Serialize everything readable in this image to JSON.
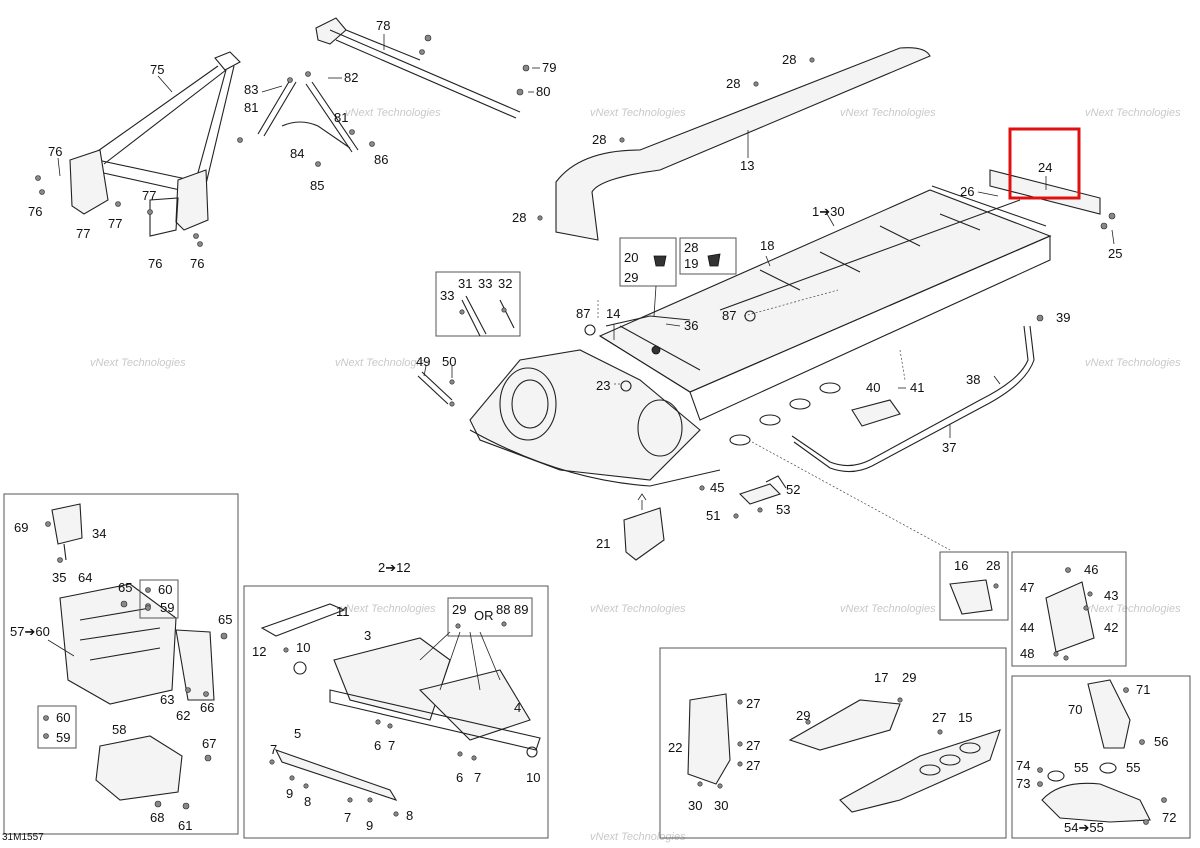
{
  "diagram": {
    "drawing_code": "31M1557",
    "watermark": "vNext Technologies",
    "highlight_color": "#e01010",
    "labels": [
      {
        "id": "75",
        "text": "75"
      },
      {
        "id": "76a",
        "text": "76"
      },
      {
        "id": "76b",
        "text": "76"
      },
      {
        "id": "76c",
        "text": "76"
      },
      {
        "id": "76d",
        "text": "76"
      },
      {
        "id": "77a",
        "text": "77"
      },
      {
        "id": "77b",
        "text": "77"
      },
      {
        "id": "77c",
        "text": "77"
      },
      {
        "id": "78",
        "text": "78"
      },
      {
        "id": "79",
        "text": "79"
      },
      {
        "id": "80",
        "text": "80"
      },
      {
        "id": "83",
        "text": "83"
      },
      {
        "id": "82",
        "text": "82"
      },
      {
        "id": "81a",
        "text": "81"
      },
      {
        "id": "81b",
        "text": "81"
      },
      {
        "id": "84",
        "text": "84"
      },
      {
        "id": "85",
        "text": "85"
      },
      {
        "id": "86",
        "text": "86"
      },
      {
        "id": "28a",
        "text": "28"
      },
      {
        "id": "28b",
        "text": "28"
      },
      {
        "id": "28c",
        "text": "28"
      },
      {
        "id": "28d",
        "text": "28"
      },
      {
        "id": "13",
        "text": "13"
      },
      {
        "id": "24",
        "text": "24"
      },
      {
        "id": "26",
        "text": "26"
      },
      {
        "id": "25",
        "text": "25"
      },
      {
        "id": "1to30",
        "text": "1➔30"
      },
      {
        "id": "18",
        "text": "18"
      },
      {
        "id": "20",
        "text": "20"
      },
      {
        "id": "29a",
        "text": "29"
      },
      {
        "id": "28e",
        "text": "28"
      },
      {
        "id": "19",
        "text": "19"
      },
      {
        "id": "31",
        "text": "31"
      },
      {
        "id": "33a",
        "text": "33"
      },
      {
        "id": "33b",
        "text": "33"
      },
      {
        "id": "32",
        "text": "32"
      },
      {
        "id": "87a",
        "text": "87"
      },
      {
        "id": "14",
        "text": "14"
      },
      {
        "id": "36",
        "text": "36"
      },
      {
        "id": "87b",
        "text": "87"
      },
      {
        "id": "39",
        "text": "39"
      },
      {
        "id": "38",
        "text": "38"
      },
      {
        "id": "37",
        "text": "37"
      },
      {
        "id": "40",
        "text": "40"
      },
      {
        "id": "41",
        "text": "41"
      },
      {
        "id": "49",
        "text": "49"
      },
      {
        "id": "50",
        "text": "50"
      },
      {
        "id": "23",
        "text": "23"
      },
      {
        "id": "45",
        "text": "45"
      },
      {
        "id": "52",
        "text": "52"
      },
      {
        "id": "51",
        "text": "51"
      },
      {
        "id": "53",
        "text": "53"
      },
      {
        "id": "21",
        "text": "21"
      },
      {
        "id": "16",
        "text": "16"
      },
      {
        "id": "28f",
        "text": "28"
      },
      {
        "id": "46",
        "text": "46"
      },
      {
        "id": "47",
        "text": "47"
      },
      {
        "id": "43",
        "text": "43"
      },
      {
        "id": "44",
        "text": "44"
      },
      {
        "id": "42",
        "text": "42"
      },
      {
        "id": "48",
        "text": "48"
      },
      {
        "id": "69",
        "text": "69"
      },
      {
        "id": "34",
        "text": "34"
      },
      {
        "id": "35",
        "text": "35"
      },
      {
        "id": "64",
        "text": "64"
      },
      {
        "id": "65a",
        "text": "65"
      },
      {
        "id": "60a",
        "text": "60"
      },
      {
        "id": "59a",
        "text": "59"
      },
      {
        "id": "57to60",
        "text": "57➔60"
      },
      {
        "id": "65b",
        "text": "65"
      },
      {
        "id": "63",
        "text": "63"
      },
      {
        "id": "62",
        "text": "62"
      },
      {
        "id": "66",
        "text": "66"
      },
      {
        "id": "60b",
        "text": "60"
      },
      {
        "id": "59b",
        "text": "59"
      },
      {
        "id": "58",
        "text": "58"
      },
      {
        "id": "67",
        "text": "67"
      },
      {
        "id": "68",
        "text": "68"
      },
      {
        "id": "61",
        "text": "61"
      },
      {
        "id": "2to12",
        "text": "2➔12"
      },
      {
        "id": "29b",
        "text": "29"
      },
      {
        "id": "or",
        "text": "OR"
      },
      {
        "id": "88",
        "text": "88"
      },
      {
        "id": "89",
        "text": "89"
      },
      {
        "id": "11",
        "text": "11"
      },
      {
        "id": "12",
        "text": "12"
      },
      {
        "id": "3",
        "text": "3"
      },
      {
        "id": "10a",
        "text": "10"
      },
      {
        "id": "4",
        "text": "4"
      },
      {
        "id": "6a",
        "text": "6"
      },
      {
        "id": "7a",
        "text": "7"
      },
      {
        "id": "6b",
        "text": "6"
      },
      {
        "id": "7b",
        "text": "7"
      },
      {
        "id": "10b",
        "text": "10"
      },
      {
        "id": "5",
        "text": "5"
      },
      {
        "id": "7c",
        "text": "7"
      },
      {
        "id": "9a",
        "text": "9"
      },
      {
        "id": "8a",
        "text": "8"
      },
      {
        "id": "7d",
        "text": "7"
      },
      {
        "id": "9b",
        "text": "9"
      },
      {
        "id": "8b",
        "text": "8"
      },
      {
        "id": "17",
        "text": "17"
      },
      {
        "id": "29c",
        "text": "29"
      },
      {
        "id": "29d",
        "text": "29"
      },
      {
        "id": "27a",
        "text": "27"
      },
      {
        "id": "22",
        "text": "22"
      },
      {
        "id": "27b",
        "text": "27"
      },
      {
        "id": "27c",
        "text": "27"
      },
      {
        "id": "30a",
        "text": "30"
      },
      {
        "id": "30b",
        "text": "30"
      },
      {
        "id": "27d",
        "text": "27"
      },
      {
        "id": "15",
        "text": "15"
      },
      {
        "id": "71",
        "text": "71"
      },
      {
        "id": "70",
        "text": "70"
      },
      {
        "id": "56",
        "text": "56"
      },
      {
        "id": "74",
        "text": "74"
      },
      {
        "id": "55a",
        "text": "55"
      },
      {
        "id": "55b",
        "text": "55"
      },
      {
        "id": "73",
        "text": "73"
      },
      {
        "id": "72",
        "text": "72"
      },
      {
        "id": "54to55",
        "text": "54➔55"
      }
    ]
  }
}
